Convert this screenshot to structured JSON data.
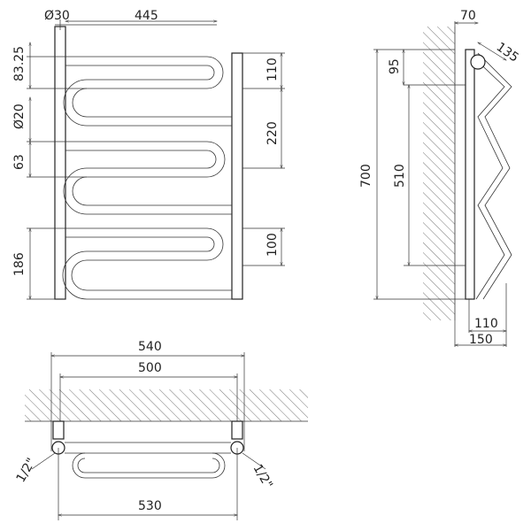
{
  "front_view": {
    "pipe_diameter": "Ø30",
    "width_445": "445",
    "dim_83_25": "83.25",
    "dim_110": "110",
    "dim_20": "Ø20",
    "dim_220": "220",
    "dim_63": "63",
    "dim_186": "186",
    "dim_100": "100"
  },
  "side_view": {
    "dim_70": "70",
    "dim_135": "135",
    "dim_95": "95",
    "dim_700": "700",
    "dim_510": "510",
    "dim_110": "110",
    "dim_150": "150"
  },
  "top_view": {
    "dim_540": "540",
    "dim_500": "500",
    "dim_530": "530",
    "thread_left": "1/2\"",
    "thread_right": "1/2\""
  },
  "colors": {
    "line": "#333333",
    "background": "#ffffff"
  }
}
